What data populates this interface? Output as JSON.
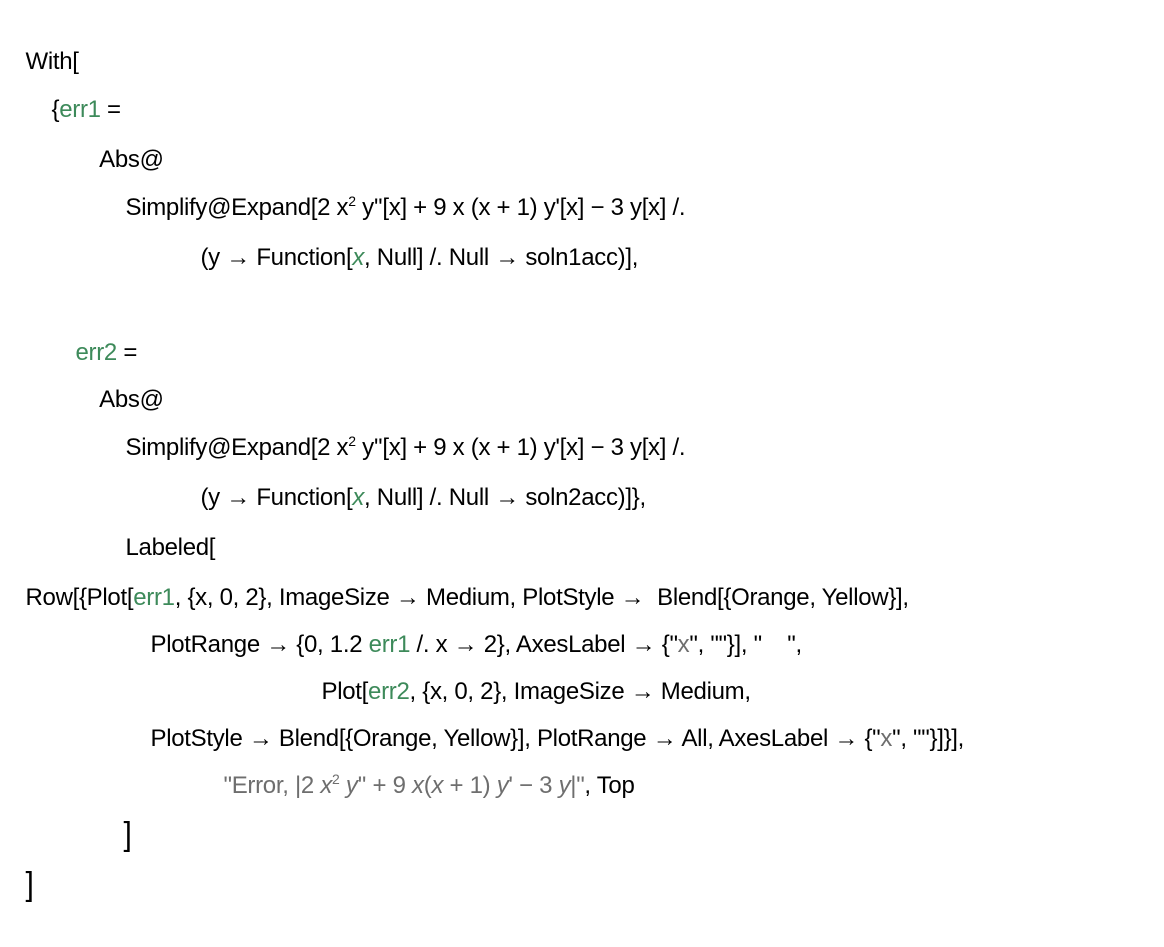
{
  "cell": {
    "type": "input",
    "lines": [
      {
        "id": "l1",
        "text": "With["
      },
      {
        "id": "l2",
        "parts": [
          "{",
          "err1",
          " ="
        ]
      },
      {
        "id": "l3",
        "text": "Abs@"
      },
      {
        "id": "l4",
        "parts": [
          "Simplify@Expand[2 x",
          "2",
          " y''[x] + 9 x (x + 1) y'[x] − 3 y[x] /."
        ]
      },
      {
        "id": "l5",
        "parts": [
          "(y → Function[",
          "x",
          ", Null] /. Null → soln1acc)],"
        ]
      },
      {
        "id": "l6",
        "parts": [
          "err2",
          " ="
        ]
      },
      {
        "id": "l7",
        "text": "Abs@"
      },
      {
        "id": "l8",
        "parts": [
          "Simplify@Expand[2 x",
          "2",
          " y''[x] + 9 x (x + 1) y'[x] − 3 y[x] /."
        ]
      },
      {
        "id": "l9",
        "parts": [
          "(y → Function[",
          "x",
          ", Null] /. Null → soln2acc)]},"
        ]
      },
      {
        "id": "l10",
        "text": "Labeled["
      },
      {
        "id": "l11",
        "parts": [
          "Row[{Plot[",
          "err1",
          ", {x, 0, 2}, ImageSize → Medium, PlotStyle →  Blend[{Orange, Yellow}],"
        ]
      },
      {
        "id": "l12",
        "parts": [
          "PlotRange → {0, 1.2 ",
          "err1",
          " /. x → 2}, AxesLabel → {\"",
          "x",
          "\", \"\"}], \"",
          "    ",
          "\","
        ]
      },
      {
        "id": "l13",
        "parts": [
          "Plot[",
          "err2",
          ", {x, 0, 2}, ImageSize → Medium,"
        ]
      },
      {
        "id": "l14",
        "parts": [
          "PlotStyle → Blend[{Orange, Yellow}], PlotRange → All, AxesLabel → {\"",
          "x",
          "\", \"\"}]}],"
        ]
      },
      {
        "id": "l15",
        "parts": [
          "\"Error, |2 ",
          "x",
          "2",
          " ",
          "y",
          "'' + 9 ",
          "x",
          "(",
          "x",
          " + 1) ",
          "y",
          "' − 3 ",
          "y",
          "|\"",
          ", Top"
        ]
      },
      {
        "id": "l16",
        "text": "]"
      },
      {
        "id": "l17",
        "text": "]"
      }
    ]
  },
  "colors": {
    "local_variable": "#3d8a5a",
    "string": "#6e6e6e",
    "text": "#000000",
    "background": "#ffffff"
  }
}
